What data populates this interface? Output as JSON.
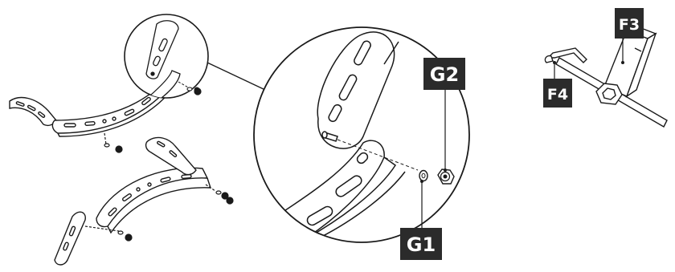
{
  "labels": {
    "f3": "F3",
    "f4": "F4",
    "g1": "G1",
    "g2": "G2"
  },
  "colors": {
    "ink": "#1a1a1a",
    "label_bg": "#2b2b2b",
    "label_text": "#ffffff",
    "background": "#ffffff"
  }
}
